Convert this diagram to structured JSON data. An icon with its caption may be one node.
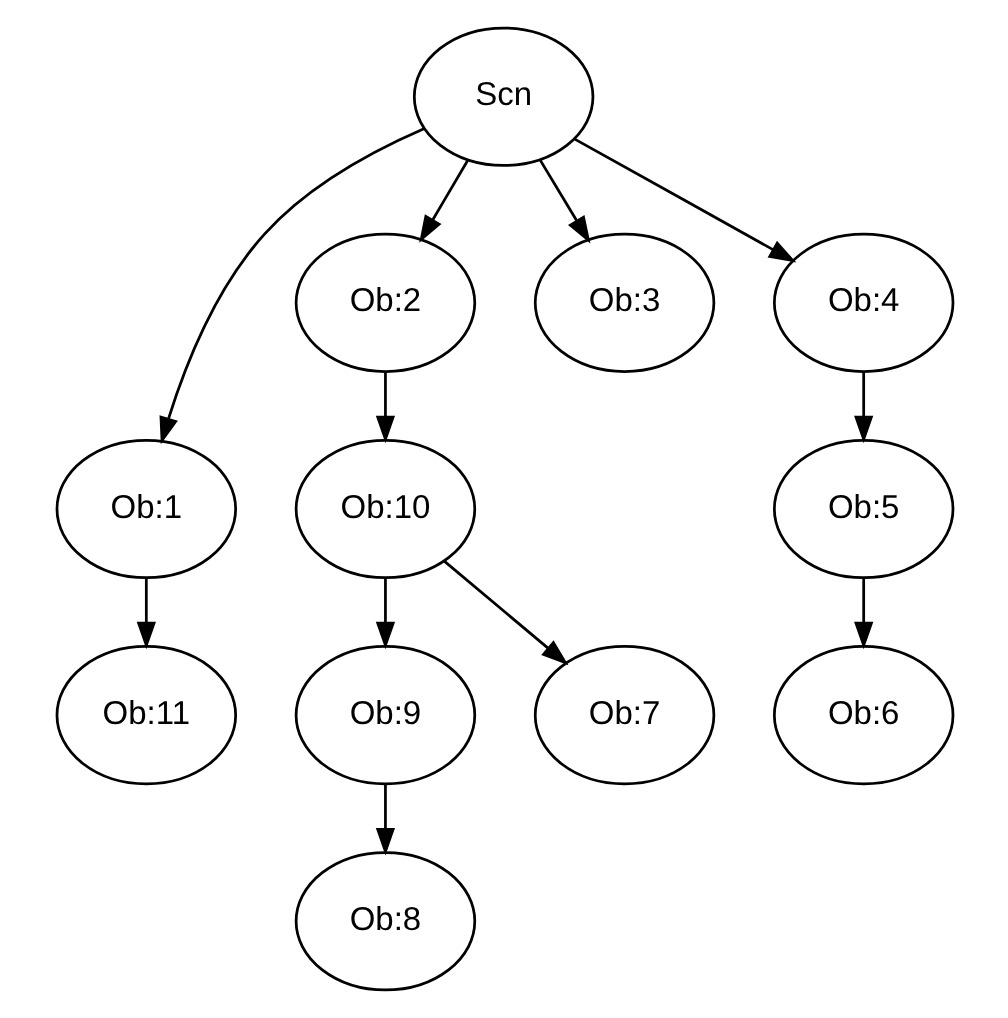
{
  "diagram": {
    "nodes": [
      {
        "text": [
          "Scn"
        ]
      },
      {
        "text": [
          "Ob:1"
        ]
      },
      {
        "text": [
          "Ob:2"
        ]
      },
      {
        "text": [
          "Ob:3"
        ]
      },
      {
        "text": [
          "Ob:4"
        ]
      },
      {
        "text": [
          "Ob:10"
        ]
      },
      {
        "text": [
          "Ob:5"
        ]
      },
      {
        "text": [
          "Ob:11"
        ]
      },
      {
        "text": [
          "Ob:9"
        ]
      },
      {
        "text": [
          "Ob:7"
        ]
      },
      {
        "text": [
          "Ob:6"
        ]
      },
      {
        "text": [
          "Ob:8"
        ]
      }
    ],
    "edges": [
      {
        "from": 0,
        "to": 1,
        "arrow": "to"
      },
      {
        "from": 0,
        "to": 2,
        "arrow": "to"
      },
      {
        "from": 0,
        "to": 3,
        "arrow": "to"
      },
      {
        "from": 0,
        "to": 4,
        "arrow": "to"
      },
      {
        "from": 1,
        "to": 7,
        "arrow": "to"
      },
      {
        "from": 2,
        "to": 5,
        "arrow": "to"
      },
      {
        "from": 4,
        "to": 6,
        "arrow": "to"
      },
      {
        "from": 5,
        "to": 8,
        "arrow": "to"
      },
      {
        "from": 5,
        "to": 9,
        "arrow": "to"
      },
      {
        "from": 6,
        "to": 10,
        "arrow": "to"
      },
      {
        "from": 8,
        "to": 11,
        "arrow": "to"
      }
    ]
  }
}
